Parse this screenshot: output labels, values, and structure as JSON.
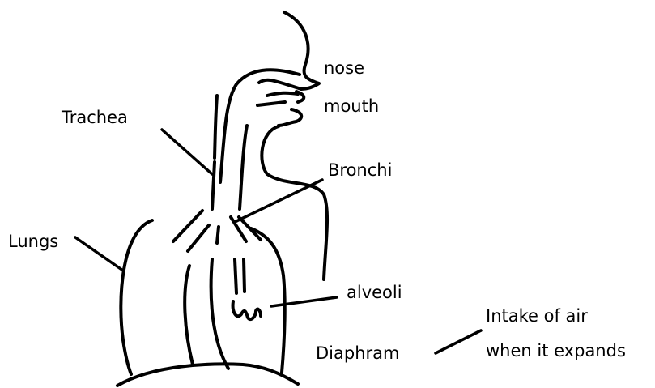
{
  "labels": {
    "nose": "nose",
    "mouth": "mouth",
    "trachea": "Trachea",
    "bronchi": "Bronchi",
    "lungs": "Lungs",
    "alveoli": "alveoli",
    "diaphram": "Diaphram",
    "note_line1": "Intake of air",
    "note_line2": "when it expands"
  },
  "colors": {
    "ink": "#000000",
    "background": "#ffffff"
  }
}
